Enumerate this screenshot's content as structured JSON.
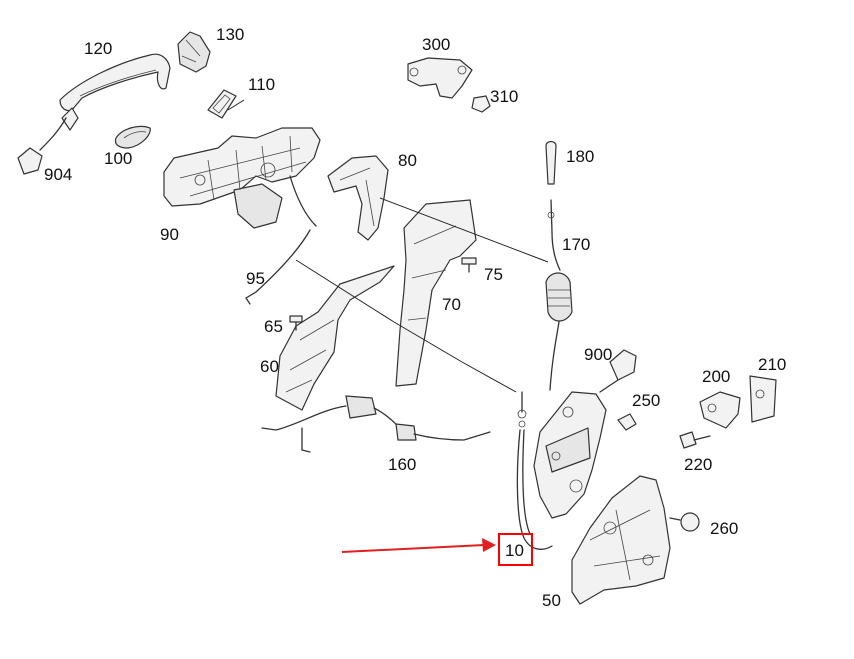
{
  "labels": {
    "p120": "120",
    "p130": "130",
    "p110": "110",
    "p100": "100",
    "p904": "904",
    "p90": "90",
    "p80": "80",
    "p95": "95",
    "p65": "65",
    "p60": "60",
    "p70": "70",
    "p75": "75",
    "p300": "300",
    "p310": "310",
    "p180": "180",
    "p170": "170",
    "p900": "900",
    "p250": "250",
    "p200": "200",
    "p210": "210",
    "p220": "220",
    "p260": "260",
    "p160": "160",
    "p10": "10",
    "p50": "50"
  },
  "highlight": {
    "target": "10",
    "box_color": "#ff0000",
    "arrow_color": "#e02020"
  }
}
